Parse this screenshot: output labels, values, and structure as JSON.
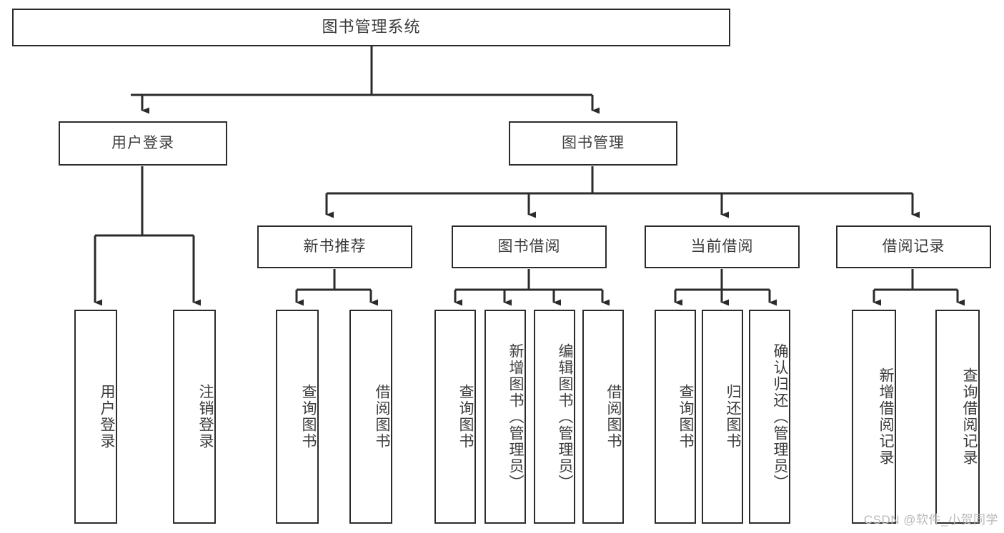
{
  "diagram": {
    "type": "tree-hierarchy-chart",
    "title_text": "图书管理系统",
    "watermark": "CSDN @软件_小贺同学",
    "colors": {
      "stroke": "#2b2b2b",
      "text": "#3d3d3d",
      "background": "#ffffff",
      "watermark": "#b9b9b9"
    },
    "levels": {
      "level1": [
        "图书管理系统"
      ],
      "level2": [
        "用户登录",
        "图书管理"
      ],
      "level3": [
        "新书推荐",
        "图书借阅",
        "当前借阅",
        "借阅记录"
      ],
      "level4": [
        "用户登录",
        "注销登录",
        "查询图书",
        "借阅图书",
        "查询图书",
        "新增图书（管理员）",
        "编辑图书（管理员）",
        "借阅图书",
        "查询图书",
        "归还图书",
        "确认归还（管理员）",
        "新增借阅记录",
        "查询借阅记录"
      ]
    },
    "nodes": {
      "root": {
        "label": "图书管理系统"
      },
      "user_login": {
        "label": "用户登录"
      },
      "book_manage": {
        "label": "图书管理"
      },
      "new_book_rec": {
        "label": "新书推荐"
      },
      "book_borrow": {
        "label": "图书借阅"
      },
      "current_borrow": {
        "label": "当前借阅"
      },
      "borrow_record": {
        "label": "借阅记录"
      },
      "leaf_user_login": {
        "label": "用户登录"
      },
      "leaf_logout": {
        "label": "注销登录"
      },
      "leaf_query_book_1": {
        "label": "查询图书"
      },
      "leaf_borrow_book_1": {
        "label": "借阅图书"
      },
      "leaf_query_book_2": {
        "label": "查询图书"
      },
      "leaf_add_book": {
        "label": "新增图书（管理员）"
      },
      "leaf_edit_book": {
        "label": "编辑图书（管理员）"
      },
      "leaf_borrow_book_2": {
        "label": "借阅图书"
      },
      "leaf_query_book_3": {
        "label": "查询图书"
      },
      "leaf_return_book": {
        "label": "归还图书"
      },
      "leaf_confirm_return": {
        "label": "确认归还（管理员）"
      },
      "leaf_add_record": {
        "label": "新增借阅记录"
      },
      "leaf_query_record": {
        "label": "查询借阅记录"
      }
    }
  }
}
